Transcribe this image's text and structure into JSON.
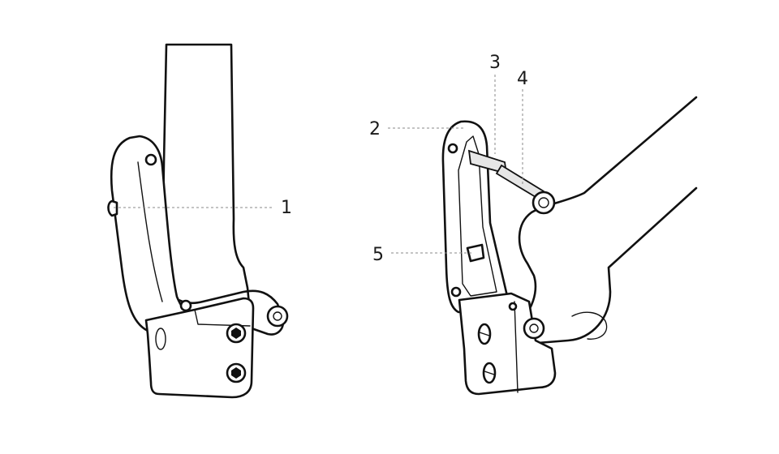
{
  "diagram": {
    "callouts": [
      {
        "id": "1",
        "label": "1"
      },
      {
        "id": "2",
        "label": "2"
      },
      {
        "id": "3",
        "label": "3"
      },
      {
        "id": "4",
        "label": "4"
      },
      {
        "id": "5",
        "label": "5"
      }
    ],
    "colors": {
      "line": "#111111",
      "leader": "#8a8a8a",
      "background": "#ffffff",
      "tool": "#e6e6e6"
    }
  }
}
